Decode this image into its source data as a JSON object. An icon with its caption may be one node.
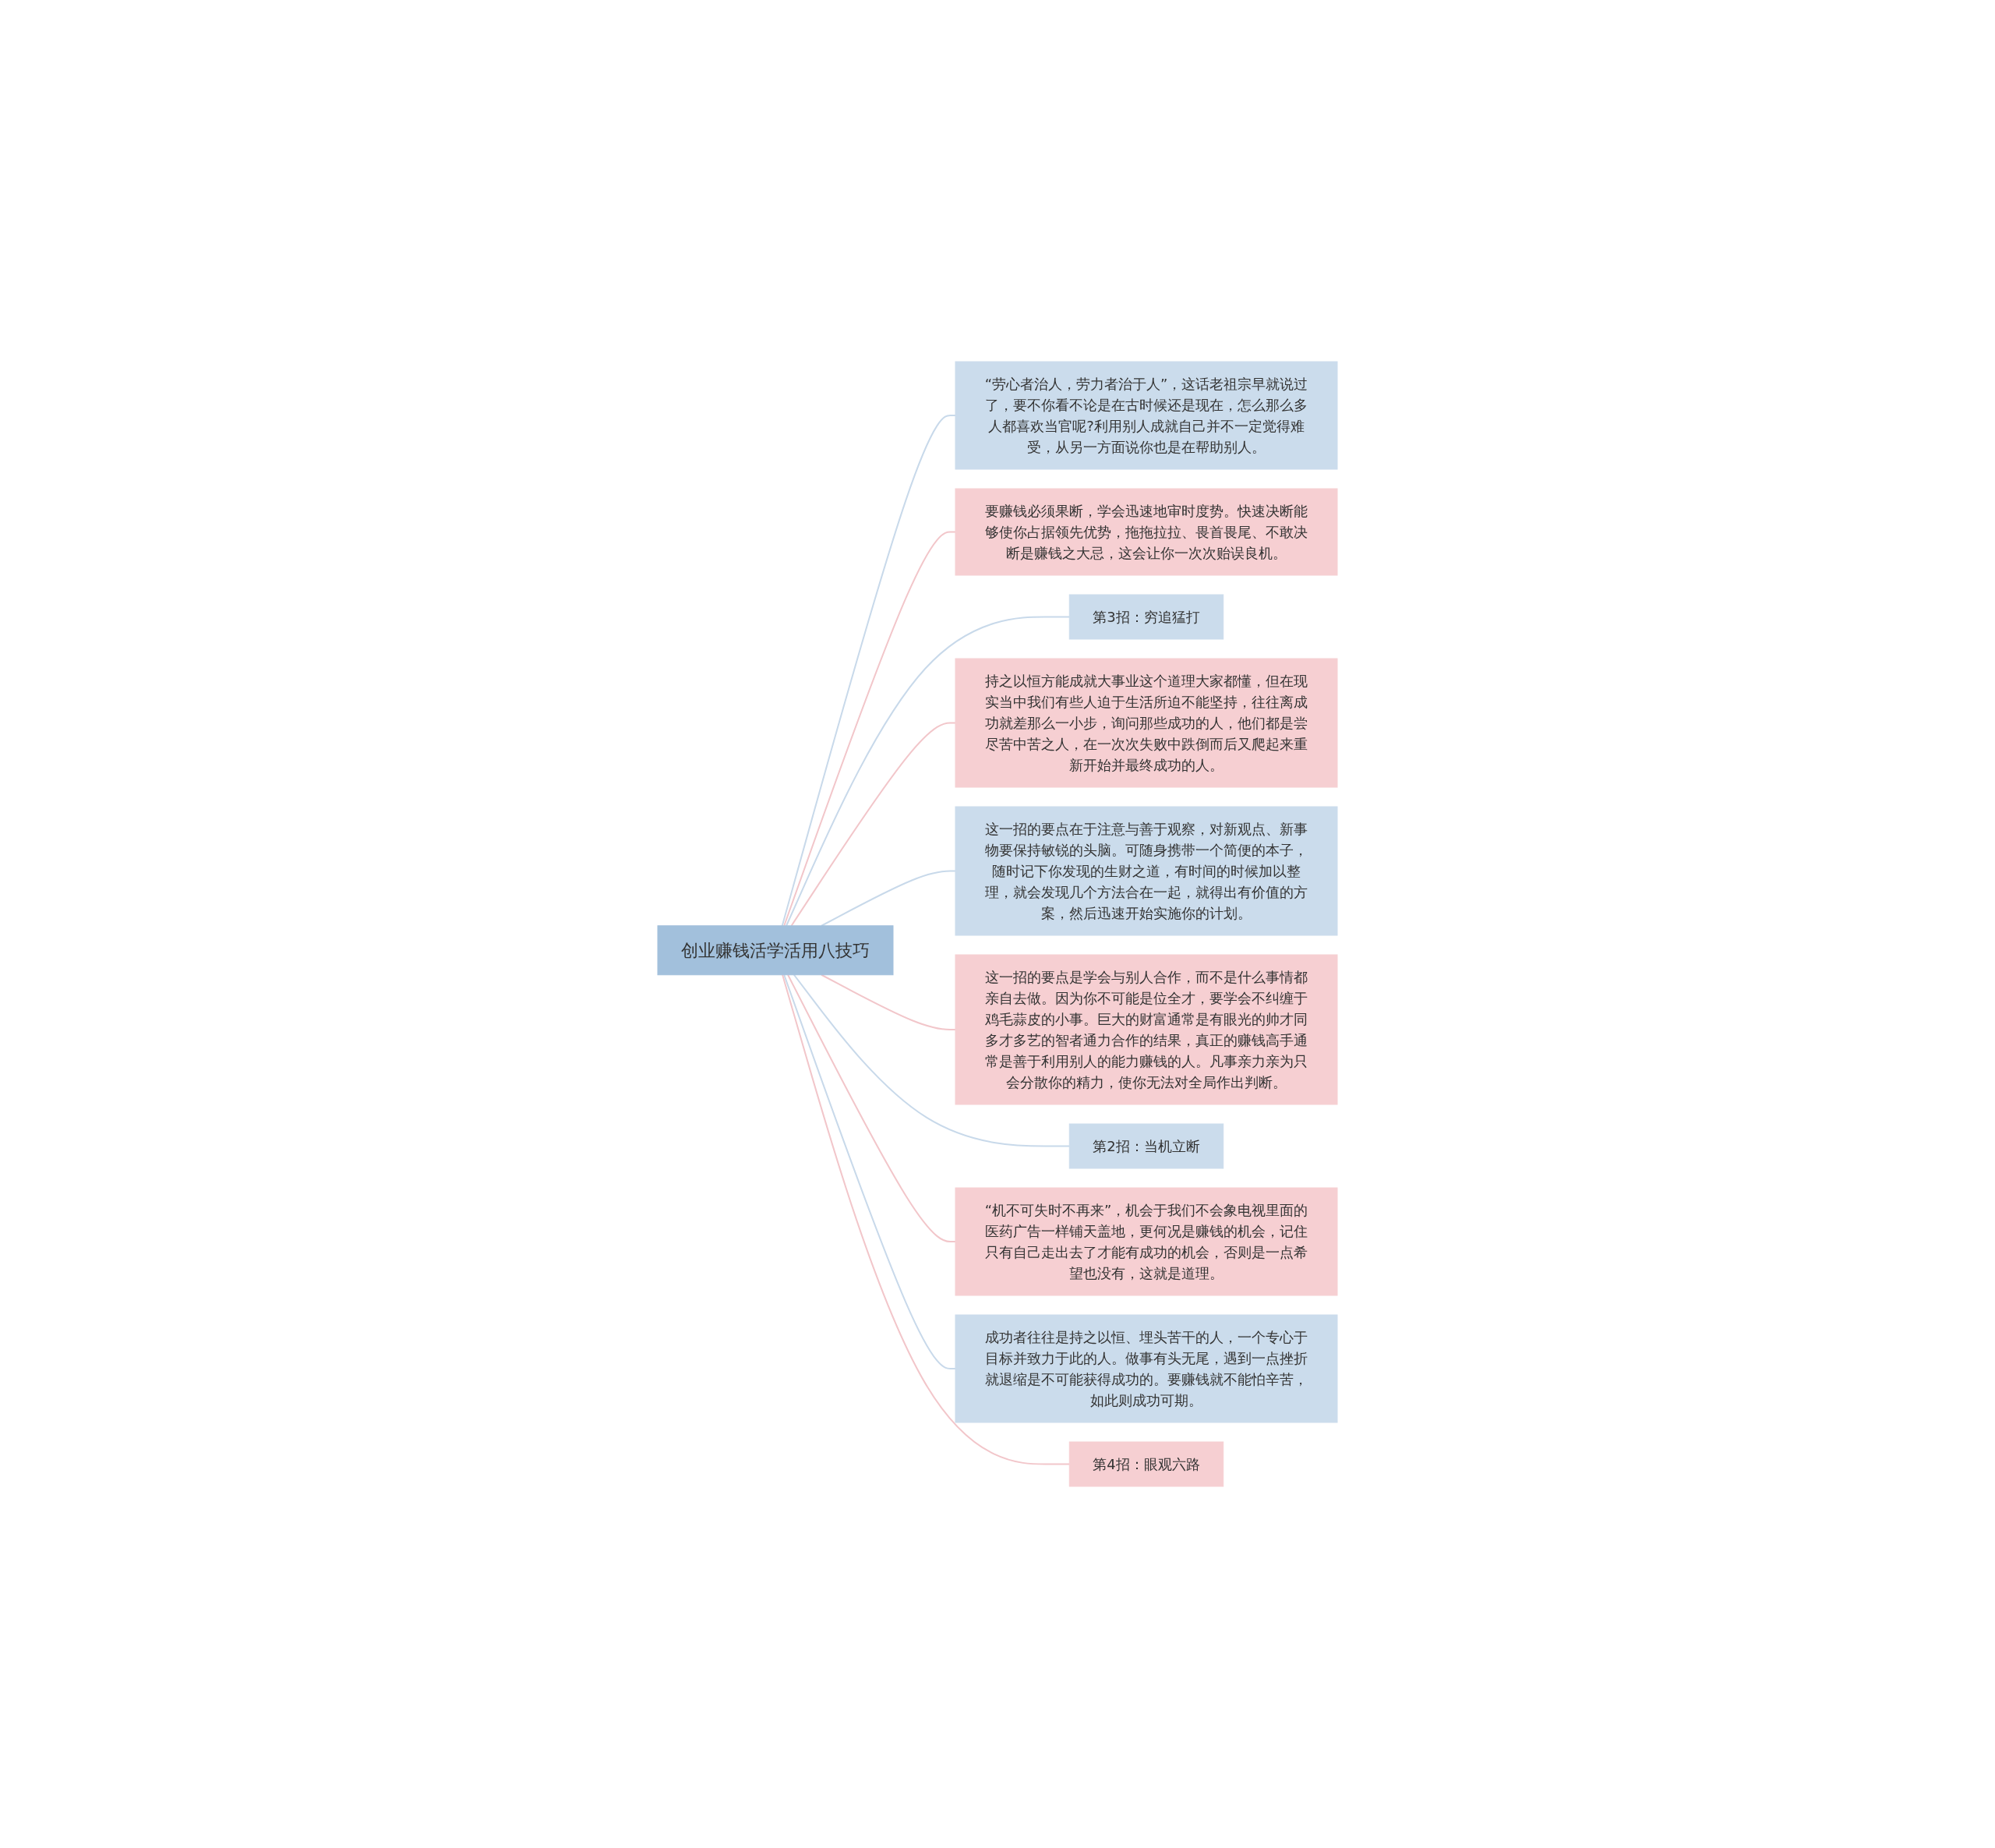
{
  "diagram": {
    "nodes": [
      {
        "text": [
          "创业赚钱活学活用八技巧"
        ]
      },
      {
        "text": [
          "“劳心者治人，劳力者治于人”，这话老祖宗早就说过了，要不你看不论是在古时候还是现在，怎么那么多人都喜欢当官呢?利用别人成就自己并不一定觉得难受，从另一方面说你也是在帮助别人。"
        ]
      },
      {
        "text": [
          "要赚钱必须果断，学会迅速地审时度势。快速决断能够使你占据领先优势，拖拖拉拉、畏首畏尾、不敢决断是赚钱之大忌，这会让你一次次贻误良机。"
        ]
      },
      {
        "text": [
          "第3招：穷追猛打"
        ]
      },
      {
        "text": [
          "持之以恒方能成就大事业这个道理大家都懂，但在现实当中我们有些人迫于生活所迫不能坚持，往往离成功就差那么一小步，询问那些成功的人，他们都是尝尽苦中苦之人，在一次次失败中跌倒而后又爬起来重新开始并最终成功的人。"
        ]
      },
      {
        "text": [
          "这一招的要点在于注意与善于观察，对新观点、新事物要保持敏锐的头脑。可随身携带一个简便的本子，随时记下你发现的生财之道，有时间的时候加以整理，就会发现几个方法合在一起，就得出有价值的方案，然后迅速开始实施你的计划。"
        ]
      },
      {
        "text": [
          "这一招的要点是学会与别人合作，而不是什么事情都亲自去做。因为你不可能是位全才，要学会不纠缠于鸡毛蒜皮的小事。巨大的财富通常是有眼光的帅才同多才多艺的智者通力合作的结果，真正的赚钱高手通常是善于利用别人的能力赚钱的人。凡事亲力亲为只会分散你的精力，使你无法对全局作出判断。"
        ]
      },
      {
        "text": [
          "第2招：当机立断"
        ]
      },
      {
        "text": [
          "“机不可失时不再来”，机会于我们不会象电视里面的医药广告一样铺天盖地，更何况是赚钱的机会，记住只有自己走出去了才能有成功的机会，否则是一点希望也没有，这就是道理。"
        ]
      },
      {
        "text": [
          "成功者往往是持之以恒、埋头苦干的人，一个专心于目标并致力于此的人。做事有头无尾，遇到一点挫折就退缩是不可能获得成功的。要赚钱就不能怕辛苦，如此则成功可期。"
        ]
      },
      {
        "text": [
          "第4招：眼观六路"
        ]
      }
    ],
    "edges": [
      {
        "from": 0,
        "to": 1,
        "arrow": "none",
        "color": "#c8d9ea"
      },
      {
        "from": 0,
        "to": 2,
        "arrow": "none",
        "color": "#f2c6ca"
      },
      {
        "from": 0,
        "to": 3,
        "arrow": "none",
        "color": "#c8d9ea"
      },
      {
        "from": 0,
        "to": 4,
        "arrow": "none",
        "color": "#f2c6ca"
      },
      {
        "from": 0,
        "to": 5,
        "arrow": "none",
        "color": "#c8d9ea"
      },
      {
        "from": 0,
        "to": 6,
        "arrow": "none",
        "color": "#f2c6ca"
      },
      {
        "from": 0,
        "to": 7,
        "arrow": "none",
        "color": "#c8d9ea"
      },
      {
        "from": 0,
        "to": 8,
        "arrow": "none",
        "color": "#f2c6ca"
      },
      {
        "from": 0,
        "to": 9,
        "arrow": "none",
        "color": "#c8d9ea"
      },
      {
        "from": 0,
        "to": 10,
        "arrow": "none",
        "color": "#f2c6ca"
      }
    ]
  }
}
